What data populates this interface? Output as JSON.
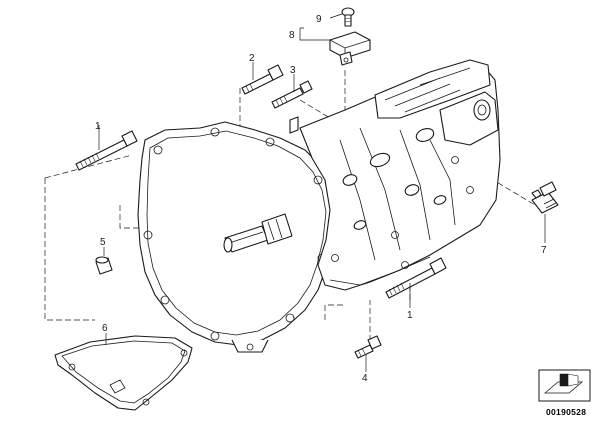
{
  "callouts": {
    "c1a": "1",
    "c1b": "1",
    "c2": "2",
    "c3": "3",
    "c4": "4",
    "c5": "5",
    "c6": "6",
    "c7": "7",
    "c8": "8",
    "c9": "9"
  },
  "reference_number": "00190528",
  "icons": {
    "reference_box": "cutaway-view-icon"
  }
}
